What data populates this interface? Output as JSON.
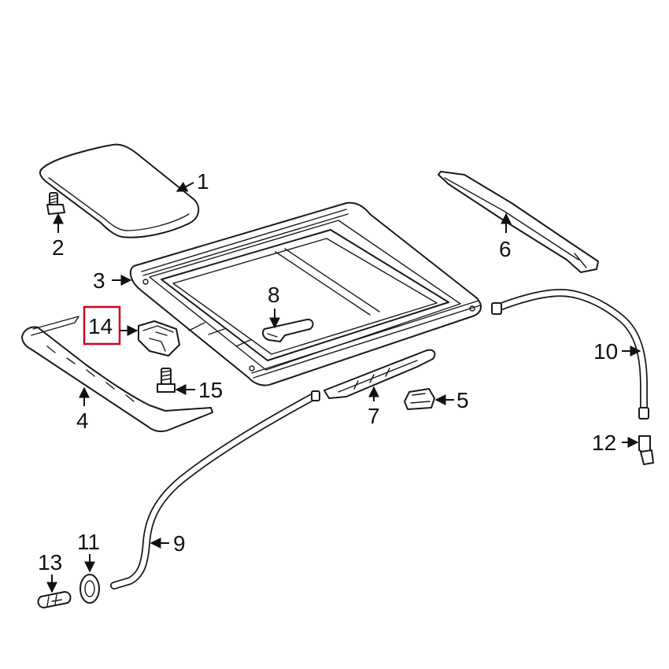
{
  "callouts": {
    "c1": "1",
    "c2": "2",
    "c3": "3",
    "c4": "4",
    "c5": "5",
    "c6": "6",
    "c7": "7",
    "c8": "8",
    "c9": "9",
    "c10": "10",
    "c11": "11",
    "c12": "12",
    "c13": "13",
    "c14": "14",
    "c15": "15"
  },
  "highlight": {
    "callout": "14",
    "color": "#d0021b"
  }
}
